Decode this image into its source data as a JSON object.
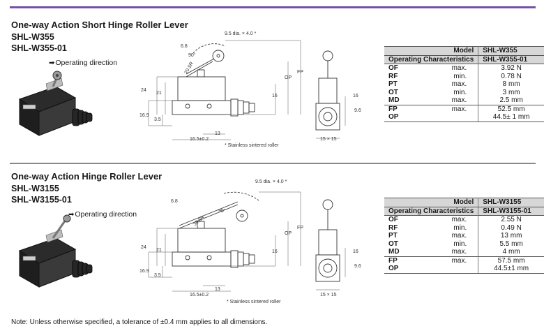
{
  "colors": {
    "rule": "#6f53a7",
    "table_header": "#d7d7d7"
  },
  "sections": [
    {
      "title": "One-way Action Short Hinge Roller Lever",
      "model_a": "SHL-W355",
      "model_b": "SHL-W355-01",
      "operating_direction": "Operating direction",
      "drawing": {
        "roller_dia": "9.5 dia. × 4.0 *",
        "dims": {
          "d68": "6.8",
          "d90": "90°",
          "r": "20.5R",
          "d24": "24",
          "d21": "21",
          "d169": "16.9",
          "d35": "3.5",
          "d16": "16",
          "op": "OP",
          "fp": "FP",
          "d165": "16.5±0.2",
          "d13": "13",
          "d96": "9.6",
          "d15": "15 × 15",
          "d16b": "16"
        },
        "footnote": "* Stainless sintered roller"
      },
      "table": {
        "header_model_label": "Model",
        "header_char_label": "Operating Characteristics",
        "model_a": "SHL-W355",
        "model_b": "SHL-W355-01",
        "rows": [
          {
            "code": "OF",
            "qual": "max.",
            "value": "3.92 N"
          },
          {
            "code": "RF",
            "qual": "min.",
            "value": "0.78 N"
          },
          {
            "code": "PT",
            "qual": "max.",
            "value": "8 mm"
          },
          {
            "code": "OT",
            "qual": "min.",
            "value": "3 mm"
          },
          {
            "code": "MD",
            "qual": "max.",
            "value": "2.5 mm"
          },
          {
            "code": "FP",
            "qual": "max.",
            "value": "52.5 mm"
          },
          {
            "code": "OP",
            "qual": "",
            "value": "44.5± 1 mm"
          }
        ]
      }
    },
    {
      "title": "One-way Action Hinge Roller Lever",
      "model_a": "SHL-W3155",
      "model_b": "SHL-W3155-01",
      "operating_direction": "Operating direction",
      "drawing": {
        "roller_dia": "9.5 dia. × 4.0 *",
        "dims": {
          "d68": "6.8",
          "d90": "90°",
          "r": "38.5R",
          "d24": "24",
          "d21": "21",
          "d169": "16.9",
          "d35": "3.5",
          "d16": "16",
          "op": "OP",
          "fp": "FP",
          "d165": "16.5±0.2",
          "d13": "13",
          "d96": "9.6",
          "d15": "15 × 15",
          "d16b": "16"
        },
        "footnote": "* Stainless sintered roller"
      },
      "table": {
        "header_model_label": "Model",
        "header_char_label": "Operating Characteristics",
        "model_a": "SHL-W3155",
        "model_b": "SHL-W3155-01",
        "rows": [
          {
            "code": "OF",
            "qual": "max.",
            "value": "2.55 N"
          },
          {
            "code": "RF",
            "qual": "min.",
            "value": "0.49 N"
          },
          {
            "code": "PT",
            "qual": "max.",
            "value": "13 mm"
          },
          {
            "code": "OT",
            "qual": "min.",
            "value": "5.5 mm"
          },
          {
            "code": "MD",
            "qual": "max.",
            "value": "4 mm"
          },
          {
            "code": "FP",
            "qual": "max.",
            "value": "57.5 mm"
          },
          {
            "code": "OP",
            "qual": "",
            "value": "44.5±1 mm"
          }
        ]
      }
    }
  ],
  "note": "Note: Unless otherwise specified, a tolerance of ±0.4 mm applies to all dimensions."
}
